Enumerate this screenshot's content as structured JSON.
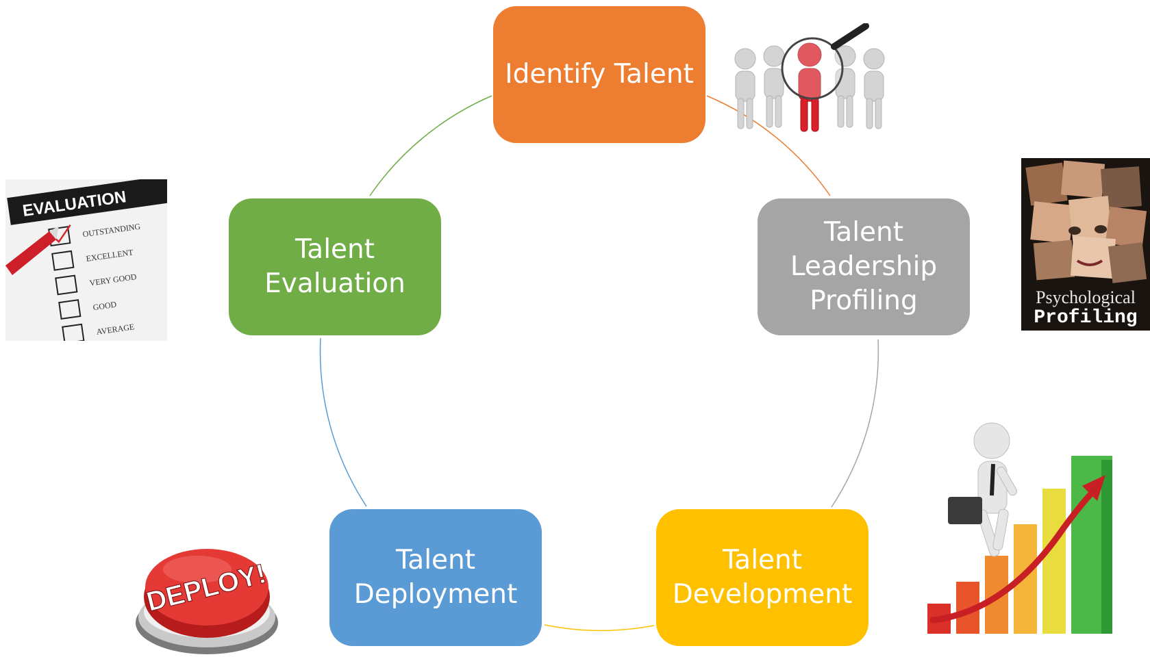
{
  "diagram": {
    "nodes": [
      {
        "id": "identify",
        "label": "Identify Talent",
        "color": "#ED7D31"
      },
      {
        "id": "profiling",
        "label": "Talent\nLeadership\nProfiling",
        "color": "#A5A5A5"
      },
      {
        "id": "development",
        "label": "Talent\nDevelopment",
        "color": "#FFC000"
      },
      {
        "id": "deployment",
        "label": "Talent\nDeployment",
        "color": "#5B9BD5"
      },
      {
        "id": "evaluation",
        "label": "Talent\nEvaluation",
        "color": "#70AD47"
      }
    ],
    "connector_colors": [
      "#ED7D31",
      "#A5A5A5",
      "#FFC000",
      "#5B9BD5",
      "#70AD47"
    ]
  },
  "images": {
    "evaluation_form": {
      "title": "EVALUATION",
      "options": [
        "OUTSTANDING",
        "EXCELLENT",
        "VERY GOOD",
        "GOOD",
        "AVERAGE"
      ]
    },
    "psychological_profiling": {
      "line1": "Psychological",
      "line2": "Profiling"
    },
    "deploy_button": {
      "text": "DEPLOY!"
    }
  }
}
